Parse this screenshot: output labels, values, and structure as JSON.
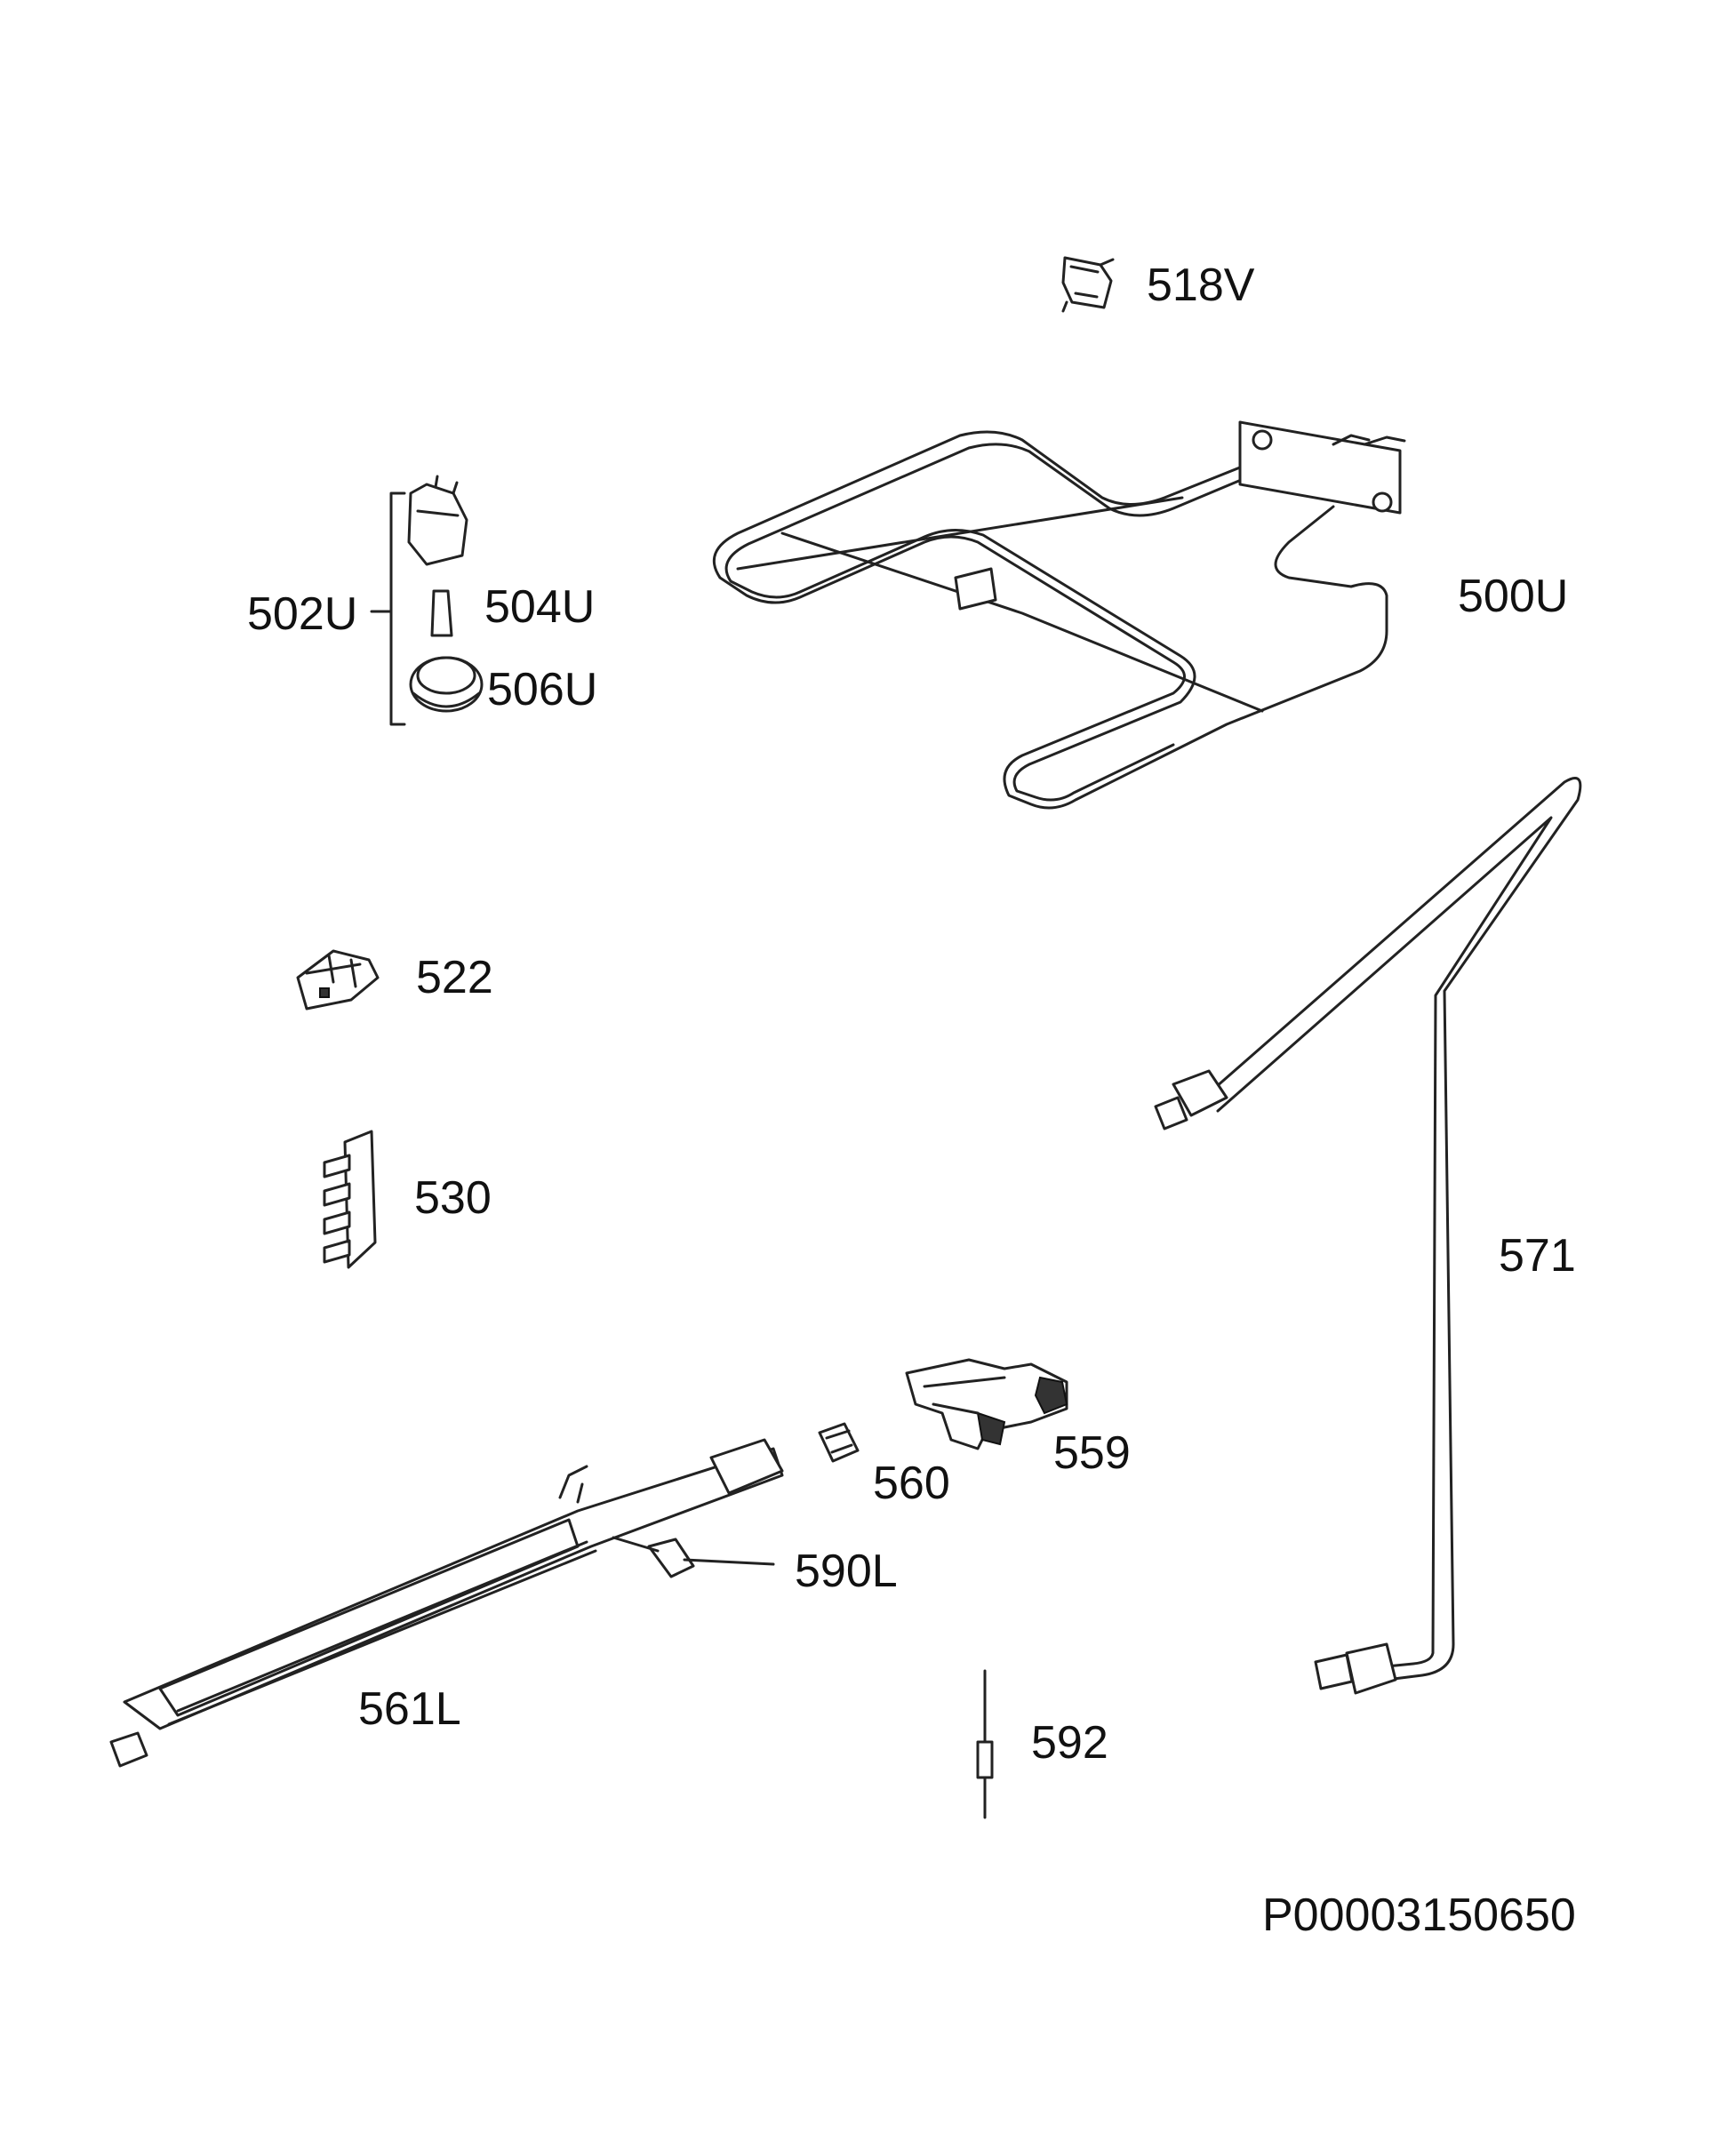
{
  "labels": {
    "p518V": "518V",
    "p502U": "502U",
    "p504U": "504U",
    "p506U": "506U",
    "p500U": "500U",
    "p522": "522",
    "p530": "530",
    "p571": "571",
    "p559": "559",
    "p560": "560",
    "p590L": "590L",
    "p561L": "561L",
    "p592": "592"
  },
  "drawing_id": "P00003150650"
}
